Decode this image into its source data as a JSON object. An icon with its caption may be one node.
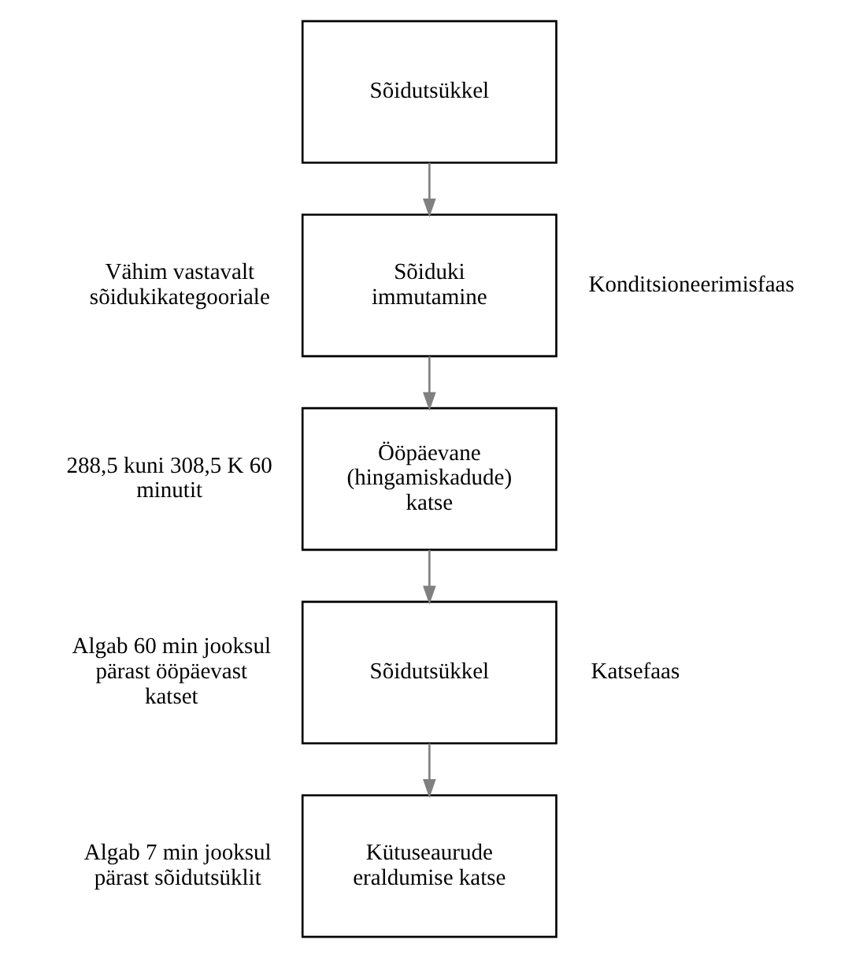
{
  "diagram": {
    "nodes": [
      {
        "text": [
          "Sõidutsükkel"
        ]
      },
      {
        "text": [
          "Sõiduki immutamine"
        ],
        "beside": [
          "Vähim vastavalt sõidukikategooriale"
        ]
      },
      {
        "text": [
          "Ööpäevane (hingamiskadude) katse"
        ],
        "beside": [
          "288,5 kuni 308,5 K 60 minutit"
        ]
      },
      {
        "text": [
          "Sõidutsükkel"
        ],
        "beside": [
          "Algab 60 min jooksul pärast ööpäevast katset"
        ]
      },
      {
        "text": [
          "Kütuseaurude eraldumise katse"
        ],
        "beside": [
          "Algab 7 min jooksul pärast sõidutsüklit"
        ]
      }
    ],
    "edges": [
      {
        "from": 0,
        "to": 1,
        "arrow": "to"
      },
      {
        "from": 1,
        "to": 2,
        "arrow": "to"
      },
      {
        "from": 2,
        "to": 3,
        "arrow": "to"
      },
      {
        "from": 3,
        "to": 4,
        "arrow": "to"
      }
    ],
    "labels": [
      "Konditsioneerimisfaas",
      "Katsefaas"
    ]
  }
}
